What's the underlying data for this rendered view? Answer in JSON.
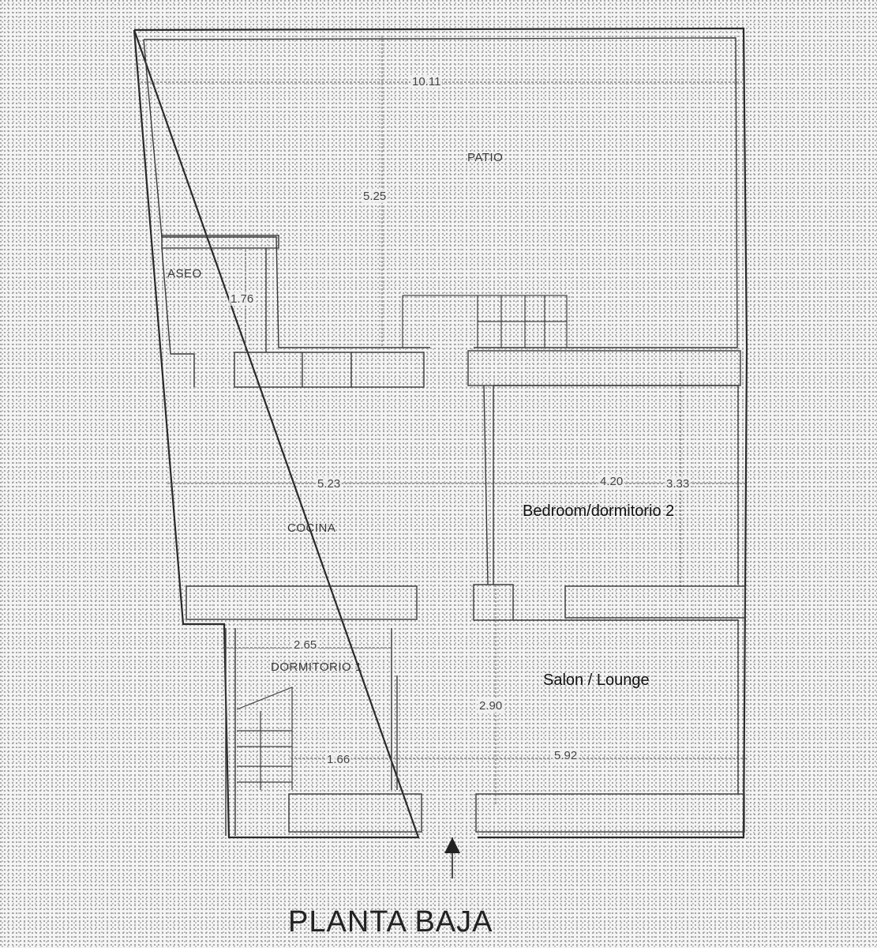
{
  "plan": {
    "title": "PLANTA BAJA",
    "rooms": {
      "patio": "PATIO",
      "aseo": "ASEO",
      "cocina": "COCINA",
      "dormitorio1": "DORMITORIO 1",
      "bedroom2": "Bedroom/dormitorio 2",
      "salon": "Salon / Lounge"
    },
    "dimensions": {
      "patio_width": "10.11",
      "patio_depth": "5.25",
      "aseo_depth": "1.76",
      "cocina_width": "5.23",
      "bedroom2_width": "4.20",
      "bedroom2_depth": "3.33",
      "dormitorio1_width": "2.65",
      "dormitorio1_depth": "1.66",
      "salon_depth": "2.90",
      "salon_width": "5.92"
    },
    "entrance_icon": "north-arrow-icon",
    "colors": {
      "background": "#f4f4f4",
      "line": "#2a2a2a",
      "text": "#333333"
    }
  }
}
